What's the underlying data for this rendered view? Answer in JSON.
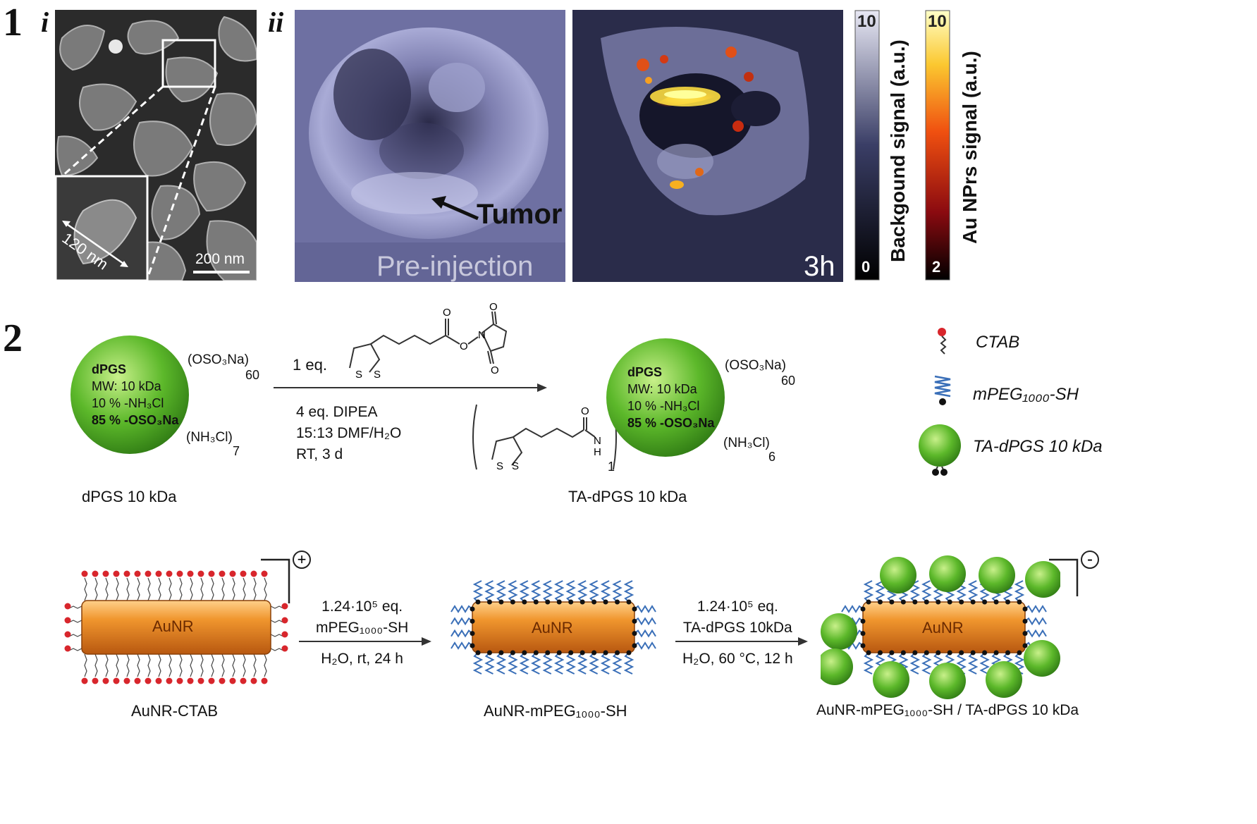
{
  "panel1": {
    "number": "1",
    "sub_i": "i",
    "sub_ii": "ii",
    "sem_inset_label": "120 nm",
    "sem_scale_label": "200 nm",
    "tumor_label": "Tumor",
    "pre_label": "Pre-injection",
    "time_label": "3h",
    "bar_bg": {
      "label": "Backgound  signal  (a.u.)",
      "max": "10",
      "min": "0"
    },
    "bar_au": {
      "label": "Au NPrs signal  (a.u.)",
      "max": "10",
      "min": "2"
    }
  },
  "panel2": {
    "number": "2",
    "sphere_text": [
      "dPGS",
      "MW: 10 kDa",
      "10 % -NH₃Cl",
      "85 % -OSO₃Na"
    ],
    "dpgs_osso": "(OSO₃Na)",
    "dpgs_osso_n": "60",
    "dpgs_nh": "(NH₃Cl)",
    "dpgs_nh_n": "7",
    "ta_nh_n": "6",
    "ta_bracket_n": "1",
    "dpgs_caption": "dPGS 10 kDa",
    "ta_caption": "TA-dPGS 10 kDa",
    "reagent_eq": "1 eq.",
    "conditions": [
      "4 eq. DIPEA",
      "15:13 DMF/H₂O",
      "RT, 3 d"
    ],
    "atoms": {
      "S": "S",
      "O": "O",
      "N": "N",
      "H": "H"
    },
    "legend": [
      {
        "label": "CTAB",
        "icon": "ctab-icon"
      },
      {
        "label": "mPEG₁₀₀₀-SH",
        "icon": "peg-icon"
      },
      {
        "label": "TA-dPGS 10 kDa",
        "icon": "ta-dpgs-icon"
      }
    ],
    "rod_label": "AuNR",
    "charge_plus": "+",
    "charge_minus": "-",
    "step1": [
      "1.24·10⁵ eq.",
      "mPEG₁₀₀₀-SH",
      "H₂O, rt, 24 h"
    ],
    "step2": [
      "1.24·10⁵ eq.",
      "TA-dPGS 10kDa",
      "H₂O, 60 °C, 12 h"
    ],
    "rod_captions": [
      "AuNR-CTAB",
      "AuNR-mPEG₁₀₀₀-SH",
      "AuNR-mPEG₁₀₀₀-SH / TA-dPGS 10 kDa"
    ]
  },
  "colors": {
    "green": "#5cb82a",
    "gold": "#e47b1c",
    "peg": "#3a6fb8",
    "ctab_head": "#d8262c"
  }
}
